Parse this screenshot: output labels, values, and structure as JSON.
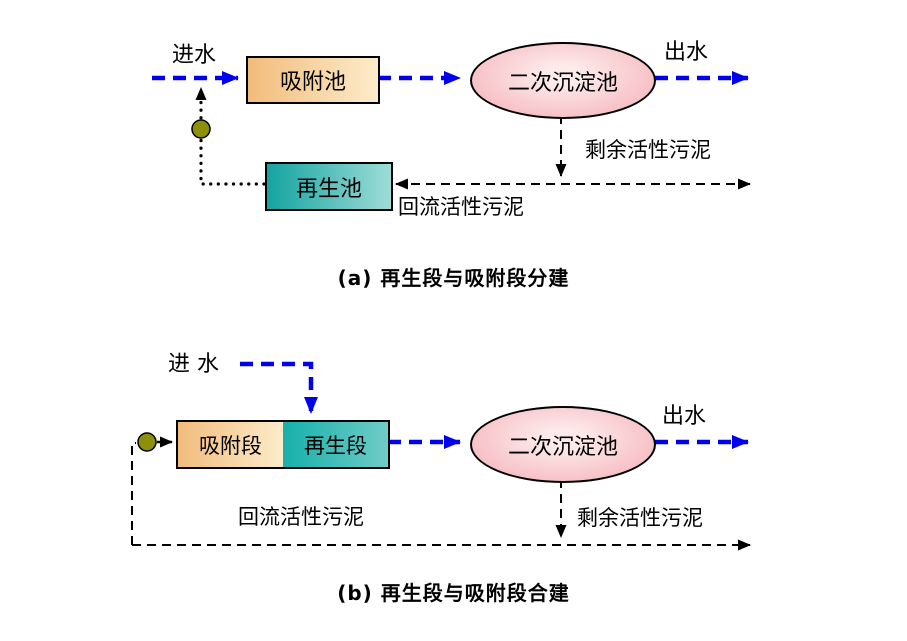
{
  "colors": {
    "flow_blue": "#0000ea",
    "line_black": "#000000",
    "adsorption_orange": "#f2bc7c",
    "regeneration_teal": "#14a3a0",
    "clarifier_pink": "#f4b0b8",
    "recycle_node_olive": "#8e8f0a"
  },
  "diagram_a": {
    "influent_label": "进水",
    "adsorption_tank_label": "吸附池",
    "clarifier_label": "二次沉淀池",
    "effluent_label": "出水",
    "excess_sludge_label": "剩余活性污泥",
    "regeneration_tank_label": "再生池",
    "return_sludge_label": "回流活性污泥",
    "caption": "(a) 再生段与吸附段分建"
  },
  "diagram_b": {
    "influent_label": "进 水",
    "adsorption_stage_label": "吸附段",
    "regeneration_stage_label": "再生段",
    "clarifier_label": "二次沉淀池",
    "effluent_label": "出水",
    "excess_sludge_label": "剩余活性污泥",
    "return_sludge_label": "回流活性污泥",
    "caption": "(b) 再生段与吸附段合建"
  }
}
